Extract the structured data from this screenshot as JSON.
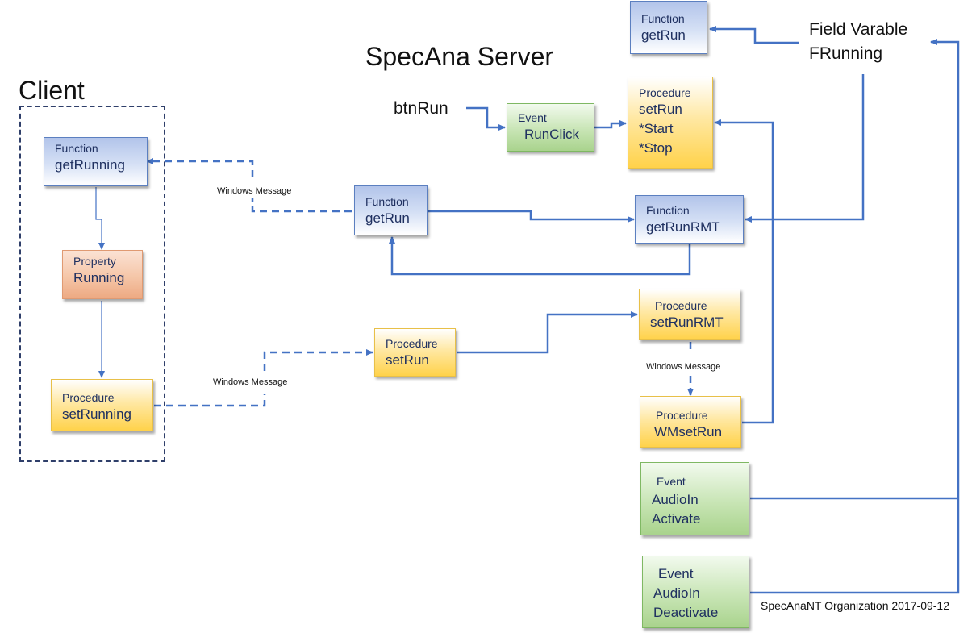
{
  "title": "SpecAna Server",
  "client_label": "Client",
  "field": {
    "line1": "Field Varable",
    "line2": "FRunning"
  },
  "btn_label": "btnRun",
  "windows_message": "Windows Message",
  "footer": "SpecAnaNT Organization 2017-09-12",
  "nodes": {
    "client_getRunning": {
      "kind": "Function",
      "name": "getRunning"
    },
    "client_running": {
      "kind": "Property",
      "name": "Running"
    },
    "client_setRunning": {
      "kind": "Procedure",
      "name": "setRunning"
    },
    "top_getRun": {
      "kind": "Function",
      "name": "getRun"
    },
    "event_runclick": {
      "kind": "Event",
      "name": "RunClick"
    },
    "proc_setRun_main": {
      "kind": "Procedure",
      "lines": [
        "setRun",
        "*Start",
        "*Stop"
      ]
    },
    "server_getRun": {
      "kind": "Function",
      "name": "getRun"
    },
    "getRunRMT": {
      "kind": "Function",
      "name": "getRunRMT"
    },
    "server_setRun": {
      "kind": "Procedure",
      "name": "setRun"
    },
    "setRunRMT": {
      "kind": "Procedure",
      "name": "setRunRMT"
    },
    "wmsetrun": {
      "kind": "Procedure",
      "name": "WMsetRun"
    },
    "audioin_activate": {
      "kind": "Event",
      "lines": [
        "AudioIn",
        "Activate"
      ]
    },
    "audioin_deactivate": {
      "kind": "Event",
      "lines": [
        "Event",
        "AudioIn",
        "Deactivate"
      ]
    }
  },
  "colors": {
    "connector": "#4472c4",
    "function_fill": "#b4c7e7",
    "procedure_fill": "#ffd966",
    "event_fill": "#a9d18e",
    "property_fill": "#f4b183"
  }
}
